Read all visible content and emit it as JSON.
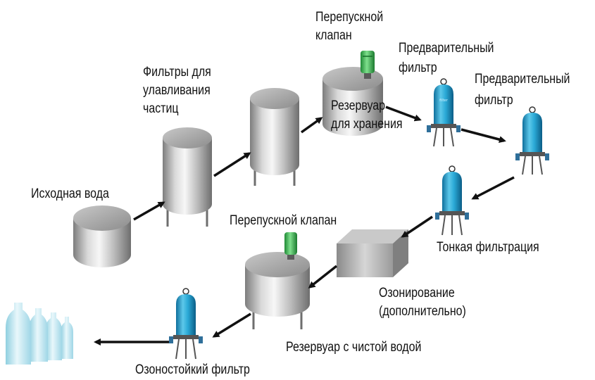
{
  "labels": {
    "source_water": "Исходная вода",
    "particle_filters": [
      "Фильтры для",
      "улавливания",
      "частиц"
    ],
    "bypass_valve_top": [
      "Перепускной",
      "клапан"
    ],
    "prefilter_1": [
      "Предварительный",
      "фильтр"
    ],
    "prefilter_2": [
      "Предварительный",
      "фильтр"
    ],
    "storage_tank": [
      "Резервуар",
      "для хранения"
    ],
    "fine_filtration": "Тонкая фильтрация",
    "bypass_valve_bottom": "Перепускной клапан",
    "ozonation": [
      "Озонирование",
      "(дополнительно)"
    ],
    "clean_water_tank": "Резервуар с чистой водой",
    "ozone_filter": "Озоностойкий фильтр"
  },
  "colors": {
    "steel_light": "#f2f2f2",
    "steel_dark": "#7a7a7a",
    "filter_blue": "#2aa9d6",
    "valve_green": "#3fbf55",
    "arrow": "#111111",
    "bottle": "#bfe4ef"
  },
  "icons": {
    "tank": "cylinder-tank-icon",
    "filter_housing": "cartridge-filter-icon",
    "valve": "bypass-valve-icon",
    "ozone_box": "ozonation-unit-icon",
    "bottles": "water-bottles-icon",
    "flow_arrow": "flow-arrow-icon"
  }
}
